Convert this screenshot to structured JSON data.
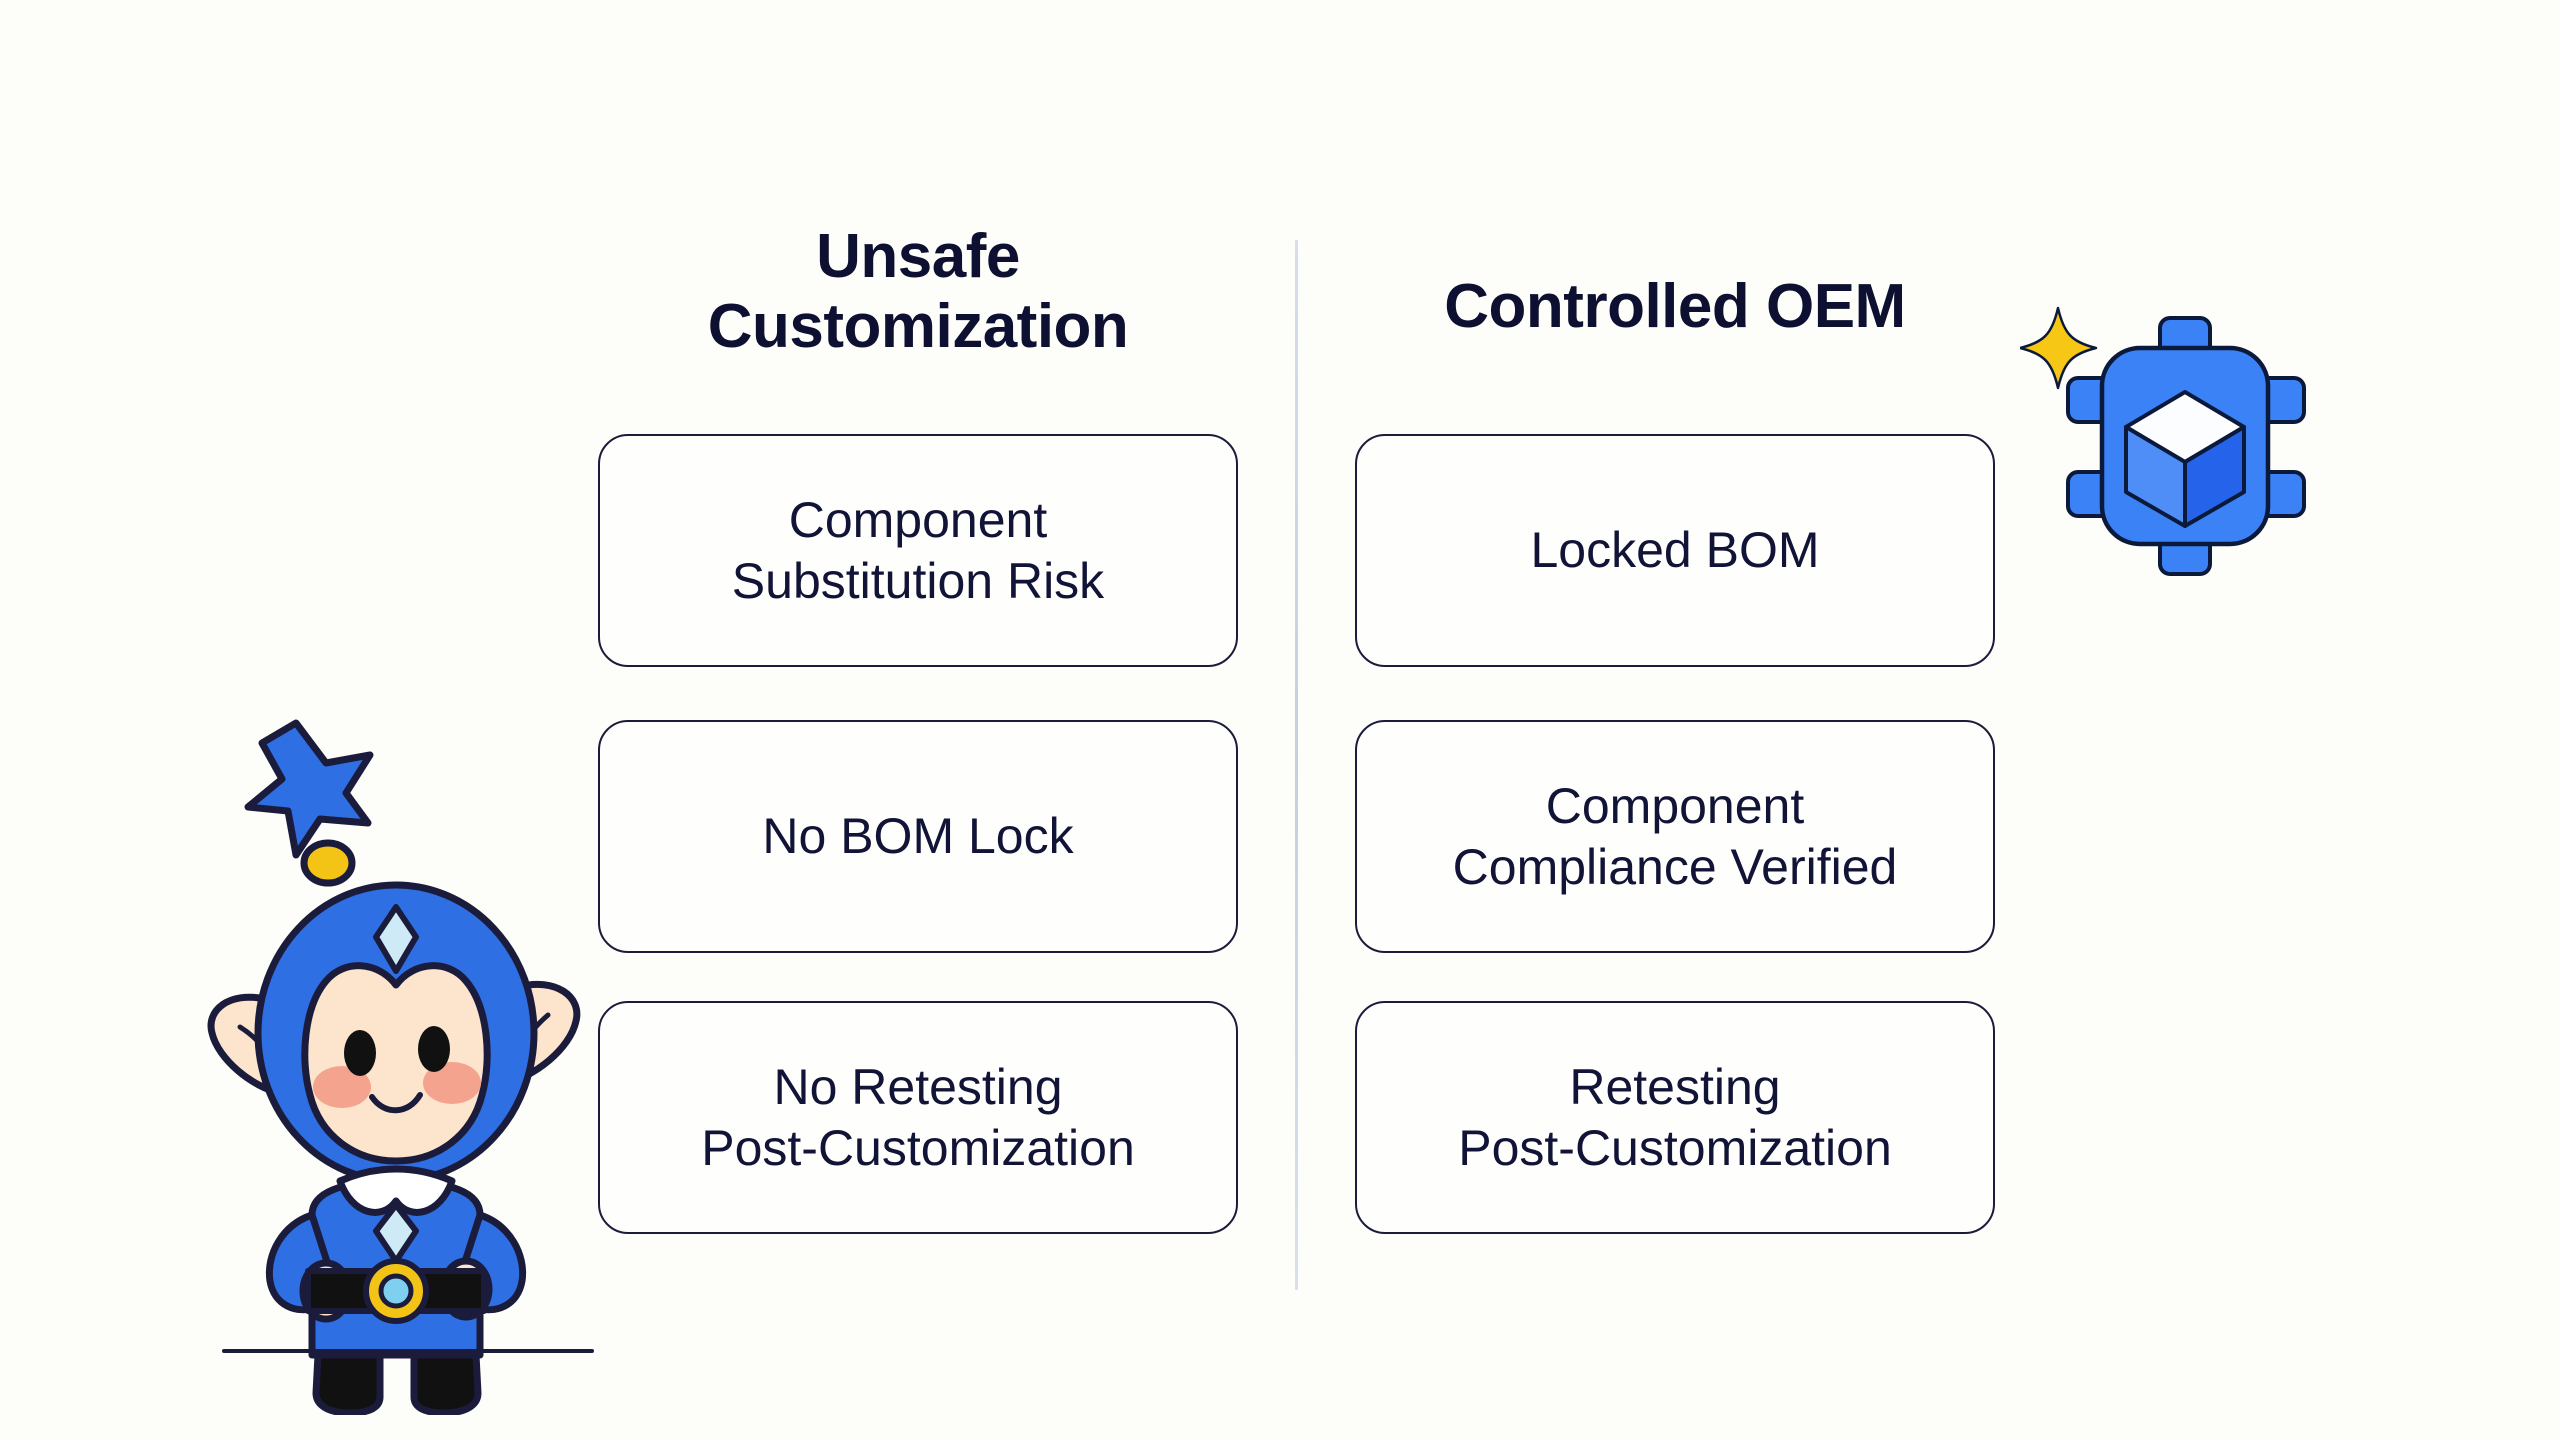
{
  "page": {
    "background_color": "#fdfdfa",
    "title_text_color": "#0d1030",
    "card_border_color": "#1b1c3c",
    "accent_blue": "#2f6fe4",
    "accent_yellow": "#f6c714"
  },
  "comparison": {
    "left_column": {
      "heading": "Unsafe Customization",
      "heading_line_1": "Unsafe",
      "heading_line_2": "Customization",
      "cards": [
        {
          "line_1": "Component",
          "line_2": "Substitution Risk",
          "text": "Component Substitution Risk"
        },
        {
          "line_1": "No BOM Lock",
          "line_2": "",
          "text": "No BOM Lock"
        },
        {
          "line_1": "No Retesting",
          "line_2": "Post-Customization",
          "text": "No Retesting Post-Customization"
        }
      ]
    },
    "right_column": {
      "heading": "Controlled OEM",
      "heading_line_1": "Controlled OEM",
      "heading_line_2": "",
      "cards": [
        {
          "line_1": "Locked BOM",
          "line_2": "",
          "text": "Locked BOM"
        },
        {
          "line_1": "Component",
          "line_2": "Compliance Verified",
          "text": "Component Compliance Verified"
        },
        {
          "line_1": "Retesting",
          "line_2": "Post-Customization",
          "text": "Retesting Post-Customization"
        }
      ]
    }
  },
  "decorations": {
    "chip_icon": {
      "name": "chip-cube-icon",
      "chip_body_color": "#3b82f6",
      "cube_top_color": "#ffffff",
      "cube_left_color": "#4f8ef7",
      "cube_right_color": "#2563eb",
      "outline_color": "#0b1a3a",
      "sparkle_color": "#f6c714"
    },
    "mascot": {
      "name": "blue-hooded-mascot",
      "suit_color": "#2f6fe4",
      "hood_color": "#1f5fe0",
      "skin_color": "#fce4cd",
      "cheek_color": "#f4a38f",
      "gem_color": "#cfeaf7",
      "belt_color": "#111111",
      "buckle_ring_color": "#f3c416",
      "buckle_center_color": "#7fd0ef",
      "boot_color": "#111111",
      "collar_color": "#ffffff",
      "outline_color": "#1b1c3c"
    },
    "watermark_text": ""
  }
}
